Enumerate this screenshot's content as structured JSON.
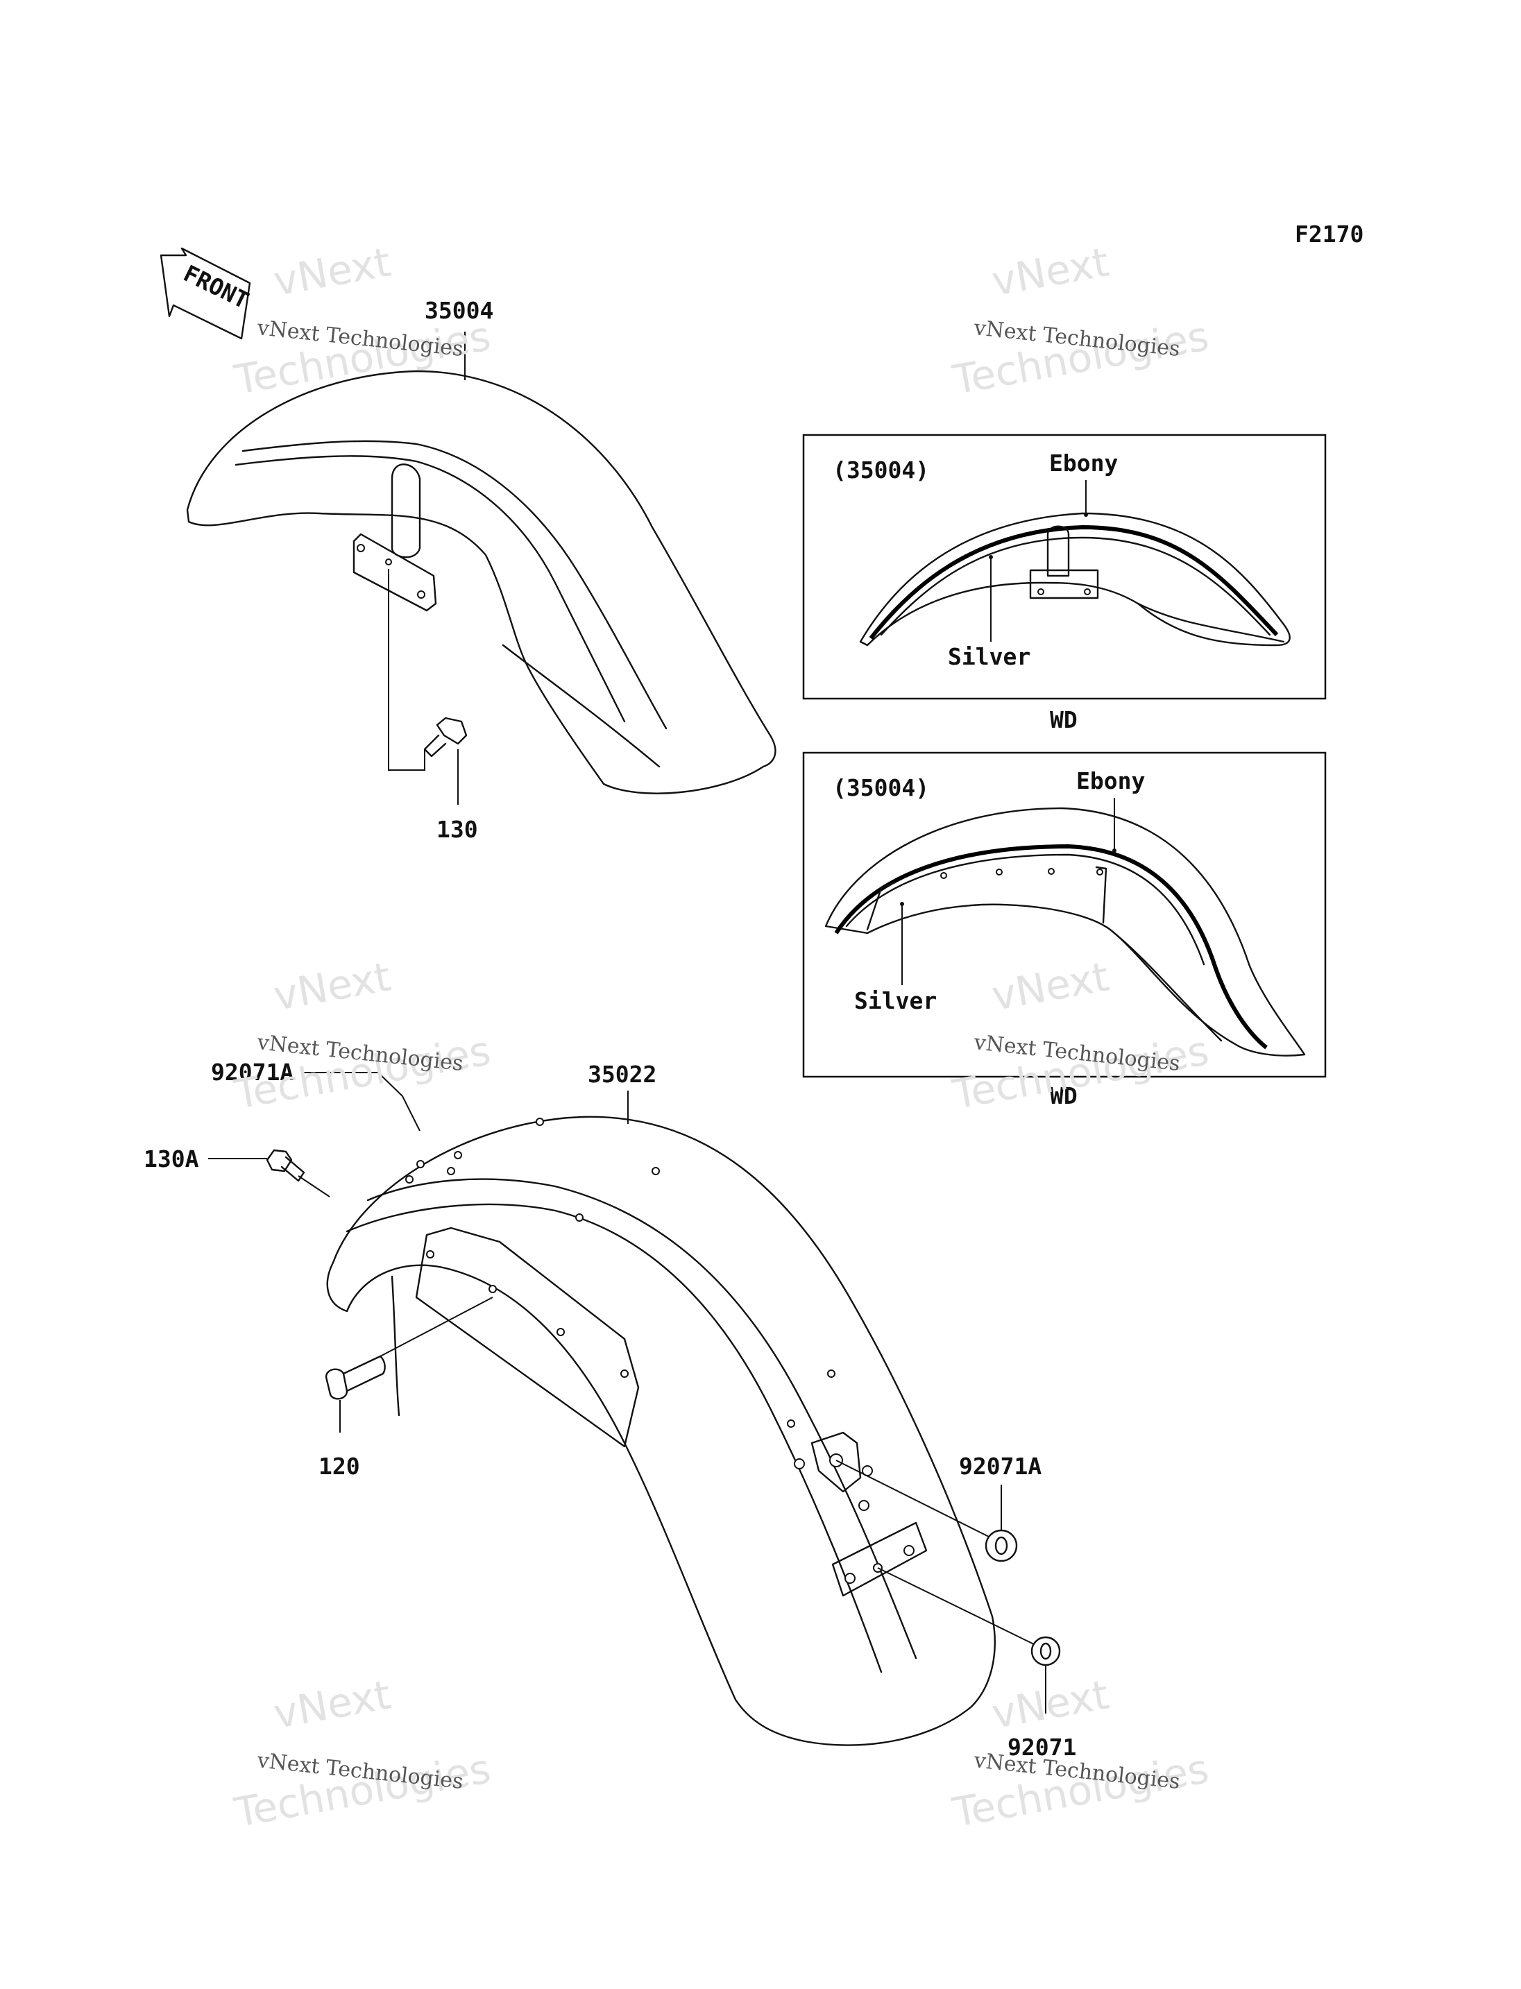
{
  "figure_code": "F2170",
  "direction_label": "FRONT",
  "watermark": {
    "line1": "vNext",
    "line2": "vNext Technologies",
    "line3": "Technologies"
  },
  "parts": {
    "front_fender": "35004",
    "front_fender_bolt": "130",
    "rear_fender": "35022",
    "rear_fender_bolt": "130A",
    "rear_bolt_small": "120",
    "spacer_a_top": "92071A",
    "spacer_a_right": "92071A",
    "spacer": "92071"
  },
  "inset_top": {
    "part_ref": "(35004)",
    "color_upper": "Ebony",
    "color_lower": "Silver",
    "model": "WD"
  },
  "inset_bottom": {
    "part_ref": "(35004)",
    "color_upper": "Ebony",
    "color_lower": "Silver",
    "model": "WD"
  }
}
